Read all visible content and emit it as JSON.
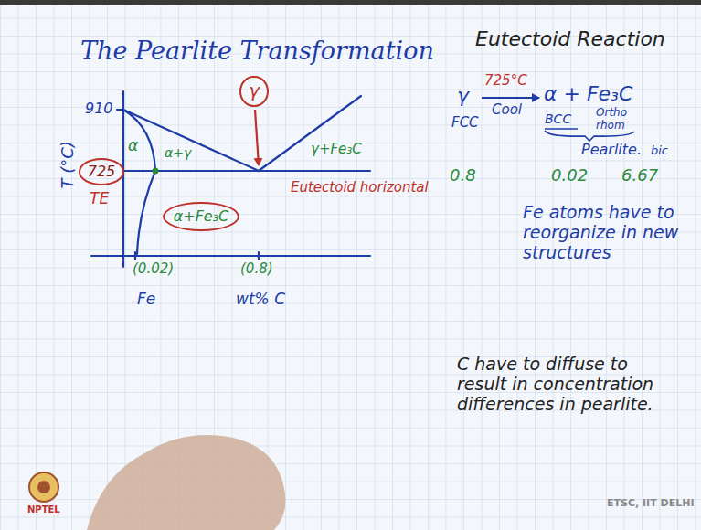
{
  "diagram": {
    "title": "The Pearlite Transformation",
    "nodes": [
      {
        "text": [
          "γ"
        ]
      },
      {
        "text": [
          "725"
        ]
      },
      {
        "text": [
          "α+Fe₃C"
        ]
      }
    ],
    "labels": [
      "Eutectoid Reaction",
      "910",
      "T (°C)",
      "TE",
      "α",
      "α+γ",
      "γ+Fe₃C",
      "Eutectoid horizontal",
      "(0.02)",
      "(0.8)",
      "Fe",
      "wt% C",
      "γ",
      "725°C",
      "Cool",
      "α + Fe₃C",
      "FCC",
      "BCC",
      "Ortho rhom",
      "Pearlite.",
      "bic",
      "0.8",
      "0.02",
      "6.67",
      "Fe atoms have to reorganize in new structures",
      "C have to diffuse to result in concentration differences in pearlite.",
      "NPTEL",
      "ETSC, IIT DELHI"
    ]
  }
}
